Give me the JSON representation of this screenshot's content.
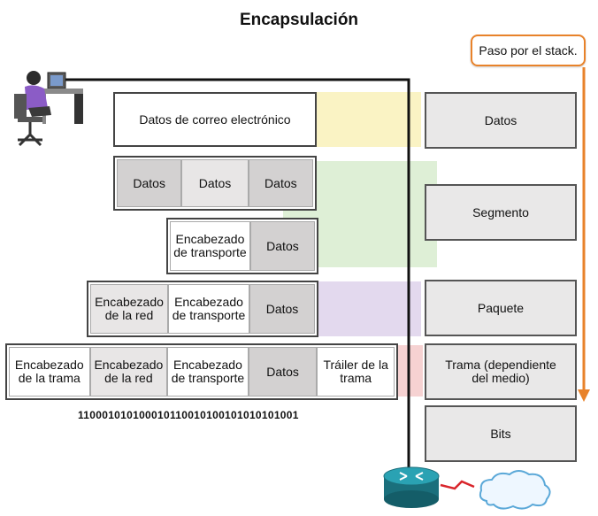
{
  "title": "Encapsulación",
  "note": "Paso por el stack.",
  "row1": {
    "datos_correo": "Datos de correo electrónico"
  },
  "row2": {
    "cells": [
      "Datos",
      "Datos",
      "Datos"
    ]
  },
  "row3": {
    "transporte": "Encabezado\nde transporte",
    "datos": "Datos"
  },
  "row4": {
    "red": "Encabezado\nde la red",
    "transporte": "Encabezado\nde transporte",
    "datos": "Datos"
  },
  "row5": {
    "trama": "Encabezado\nde la trama",
    "red": "Encabezado\nde la red",
    "transporte": "Encabezado\nde transporte",
    "datos": "Datos",
    "trailer": "Tráiler de la\ntrama"
  },
  "bits": "110001010100010110010100101010101001",
  "layers": {
    "datos": "Datos",
    "segmento": "Segmento",
    "paquete": "Paquete",
    "trama": "Trama (dependiente del medio)",
    "bits": "Bits"
  },
  "colors": {
    "yellow": "#faf3c4",
    "green": "#deefd6",
    "purple": "#e3d9ee",
    "pink": "#f6d2d2",
    "orange": "#e8822a",
    "router": "#1a7f8c"
  }
}
